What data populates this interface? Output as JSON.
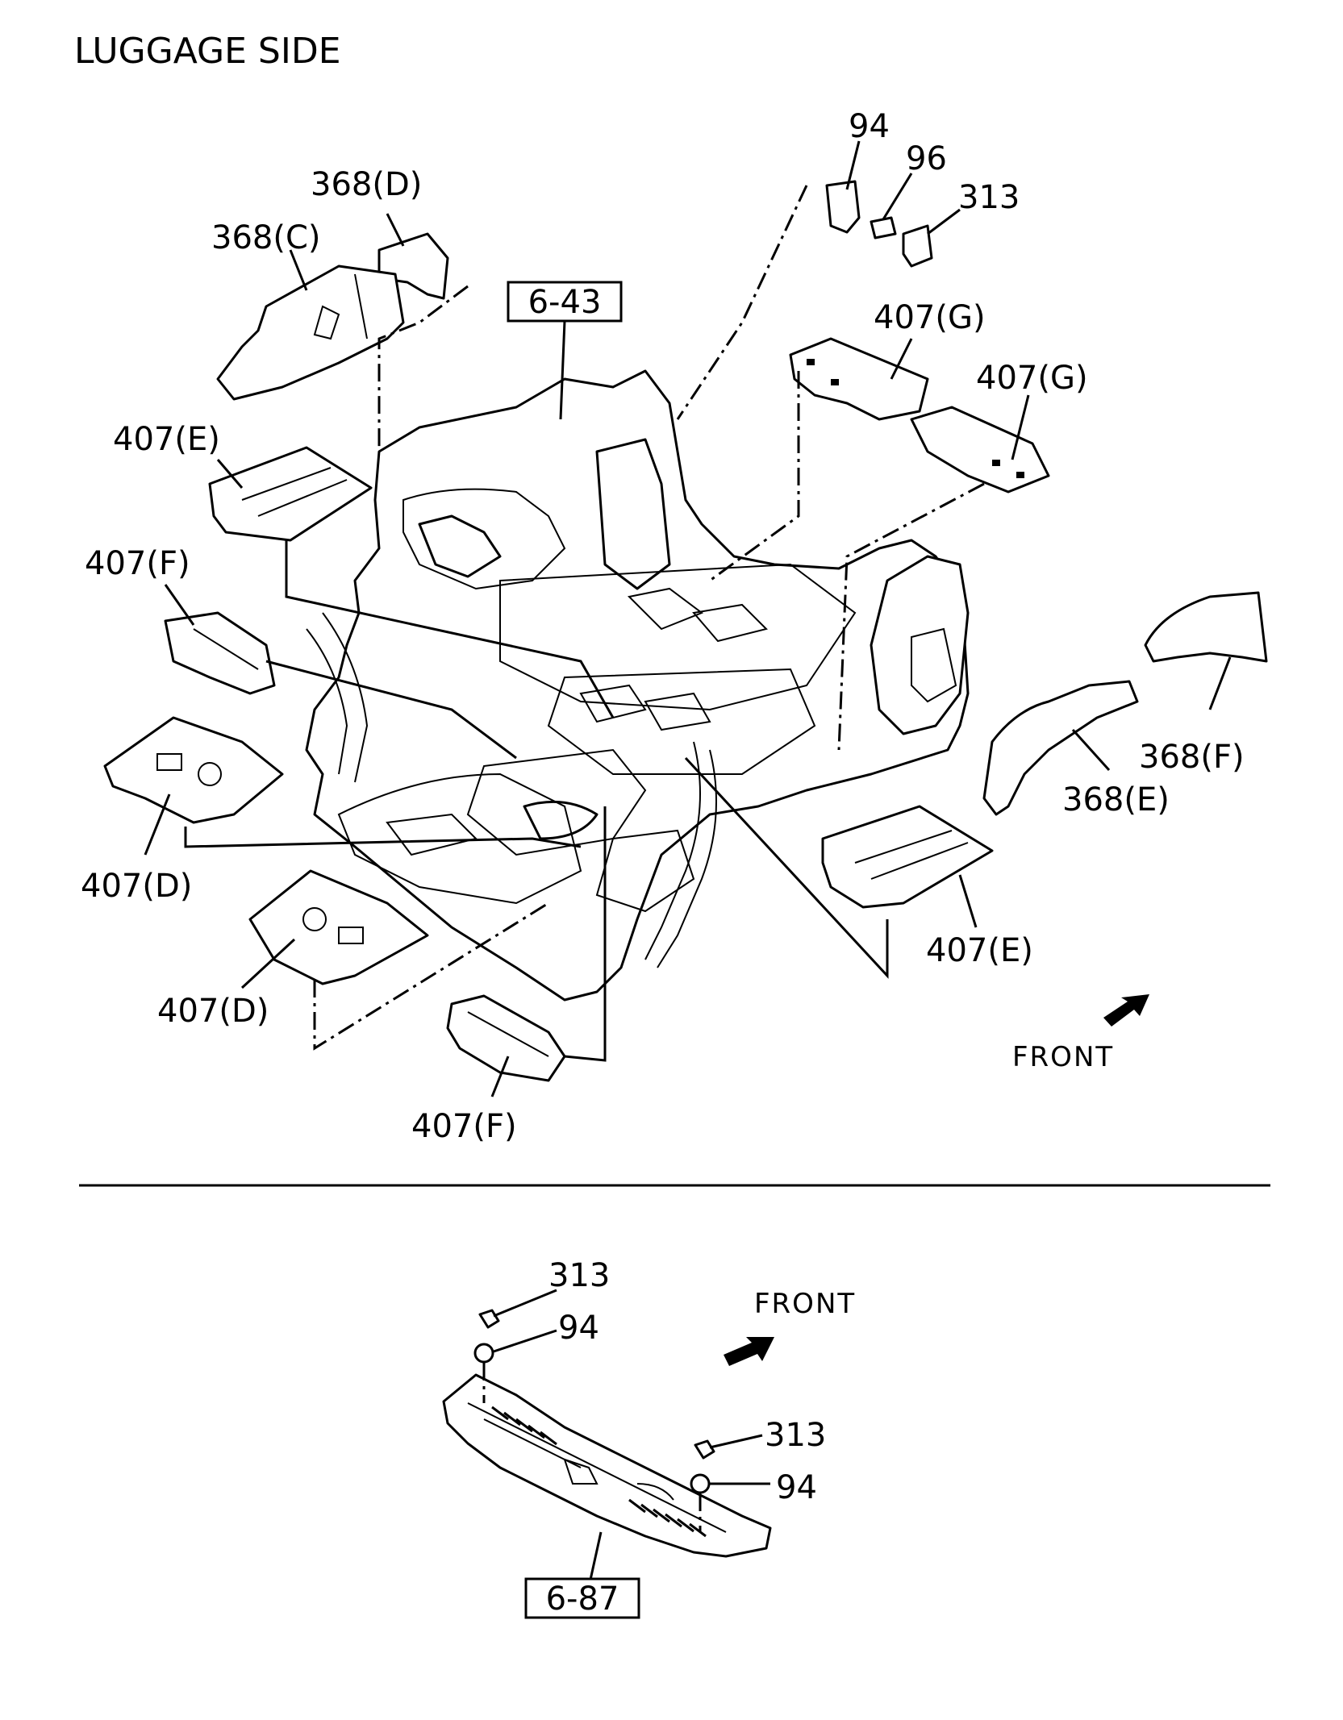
{
  "page": {
    "title": "LUGGAGE SIDE"
  },
  "upper": {
    "labels": {
      "l_368D": "368(D)",
      "l_368C": "368(C)",
      "l_643": "6-43",
      "l_94": "94",
      "l_96": "96",
      "l_313": "313",
      "l_407G_1": "407(G)",
      "l_407G_2": "407(G)",
      "l_407E_left": "407(E)",
      "l_407F_left": "407(F)",
      "l_407D_1": "407(D)",
      "l_407D_2": "407(D)",
      "l_407F_bottom": "407(F)",
      "l_407E_right": "407(E)",
      "l_368F": "368(F)",
      "l_368E": "368(E)",
      "l_front": "FRONT"
    }
  },
  "lower": {
    "labels": {
      "l_313_a": "313",
      "l_94_a": "94",
      "l_front": "FRONT",
      "l_313_b": "313",
      "l_94_b": "94",
      "l_687": "6-87"
    }
  }
}
